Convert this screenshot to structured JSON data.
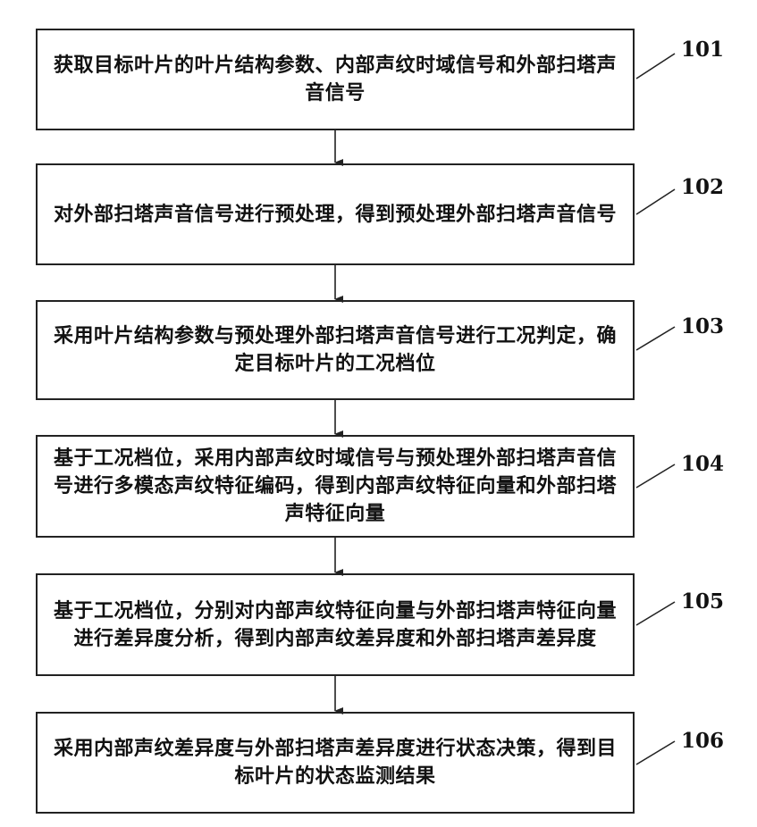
{
  "flowchart": {
    "steps": [
      {
        "number": "101",
        "text": "获取目标叶片的叶片结构参数、内部声纹时域信号和外部扫塔声音信号"
      },
      {
        "number": "102",
        "text": "对外部扫塔声音信号进行预处理，得到预处理外部扫塔声音信号"
      },
      {
        "number": "103",
        "text": "采用叶片结构参数与预处理外部扫塔声音信号进行工况判定，确定目标叶片的工况档位"
      },
      {
        "number": "104",
        "text": "基于工况档位，采用内部声纹时域信号与预处理外部扫塔声音信号进行多模态声纹特征编码，得到内部声纹特征向量和外部扫塔声特征向量"
      },
      {
        "number": "105",
        "text": "基于工况档位，分别对内部声纹特征向量与外部扫塔声特征向量进行差异度分析，得到内部声纹差异度和外部扫塔声差异度"
      },
      {
        "number": "106",
        "text": "采用内部声纹差异度与外部扫塔声差异度进行状态决策，得到目标叶片的状态监测结果"
      }
    ]
  }
}
